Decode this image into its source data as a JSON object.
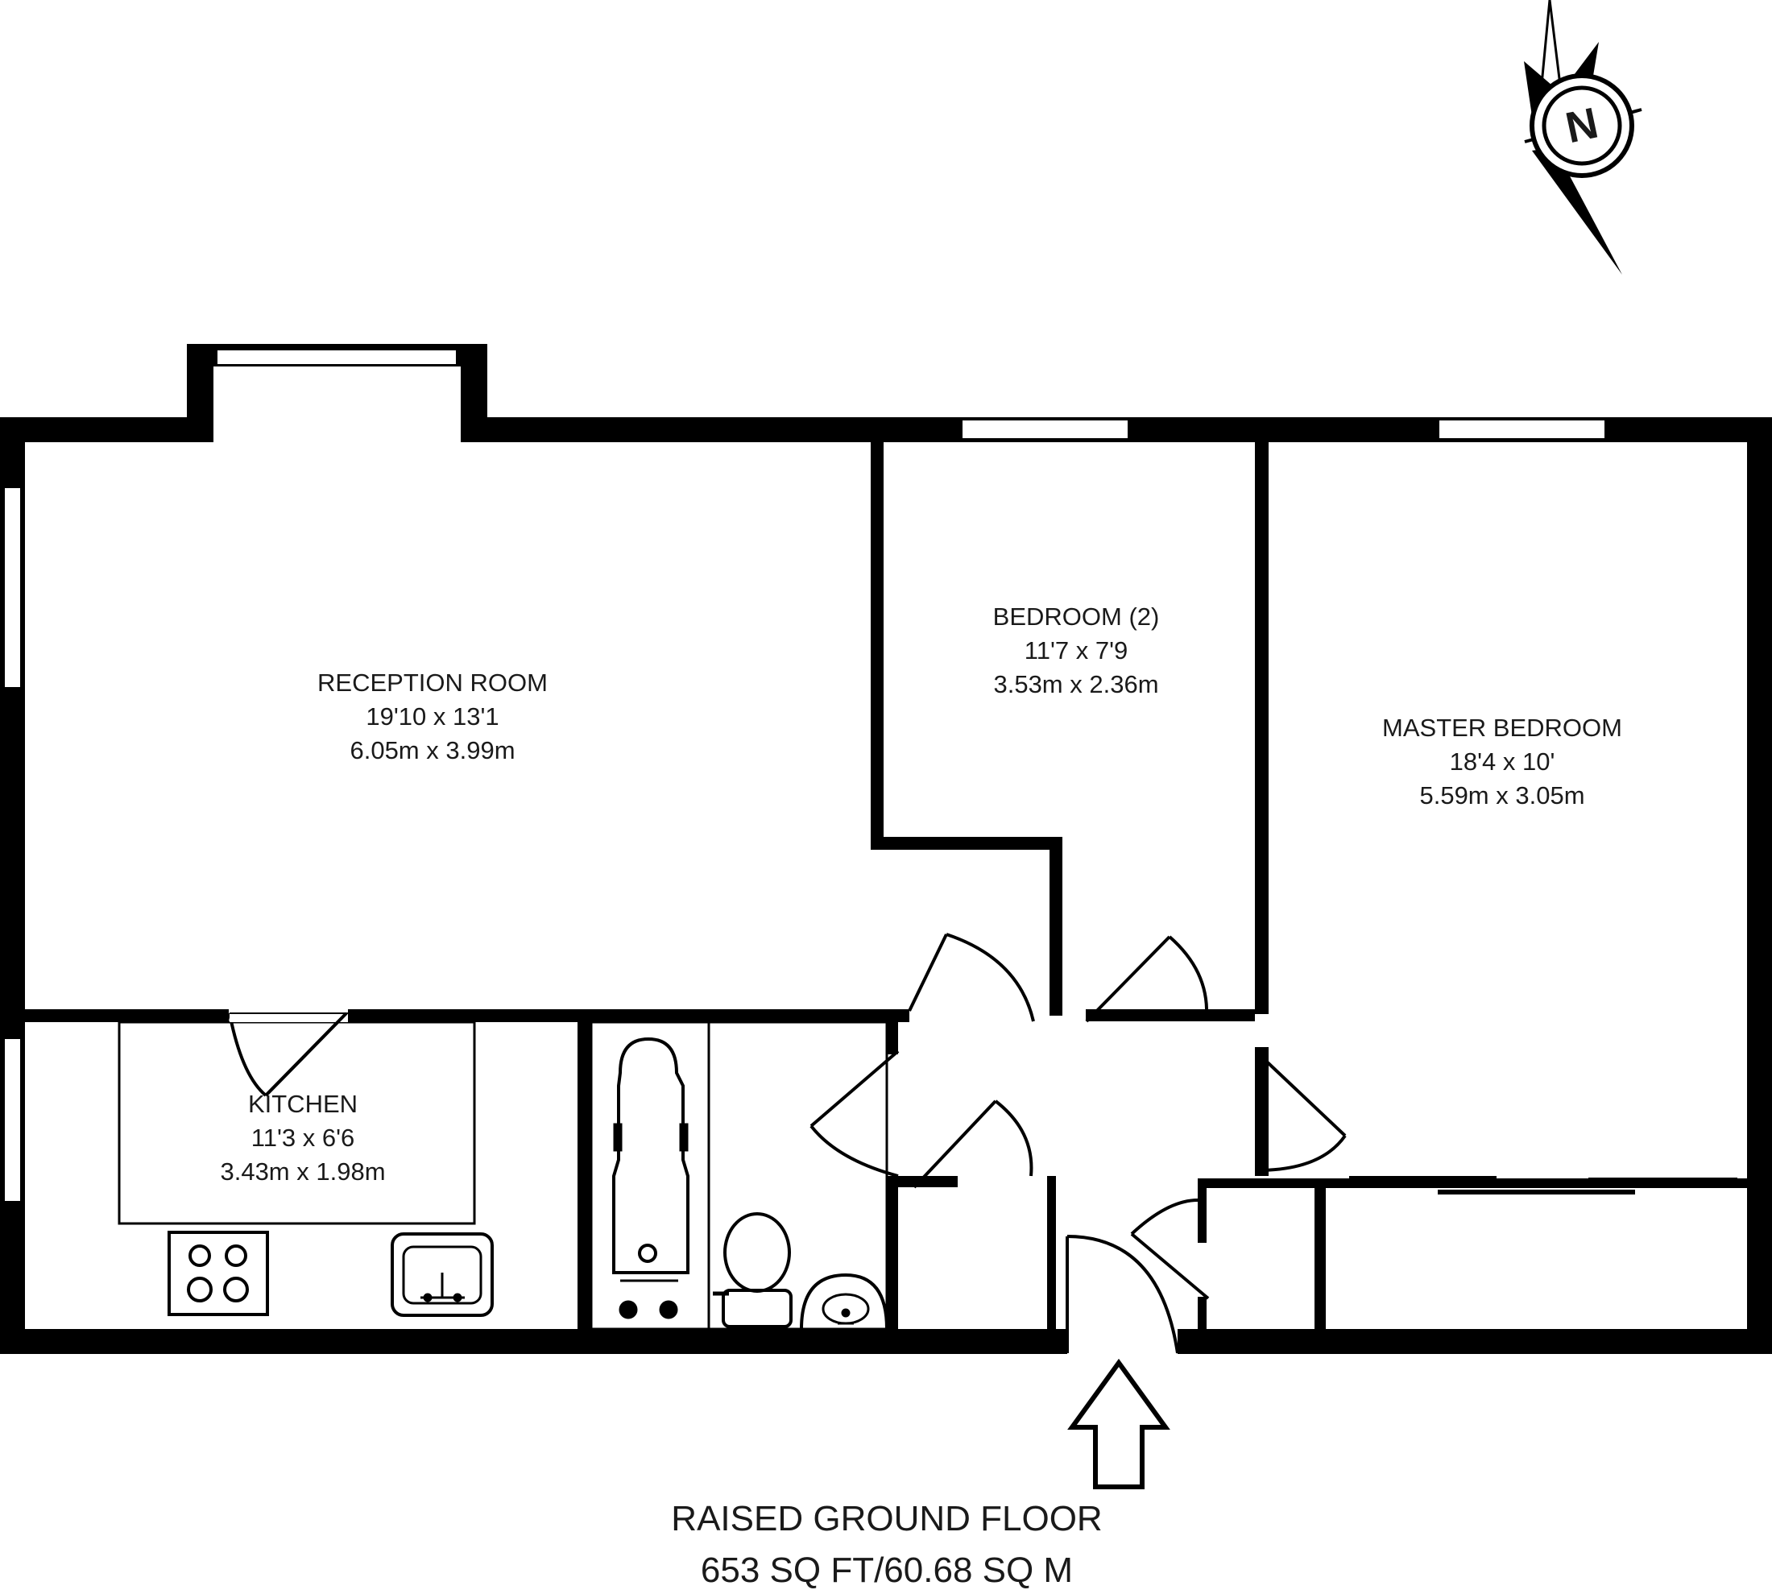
{
  "colors": {
    "wall": "#000000",
    "background": "#ffffff",
    "text": "#1a1a1a"
  },
  "compass": {
    "letter": "N",
    "icon": "north-compass-icon"
  },
  "rooms": [
    {
      "id": "reception",
      "name": "RECEPTION ROOM",
      "imperial": "19'10 x 13'1",
      "metric": "6.05m x 3.99m"
    },
    {
      "id": "bedroom2",
      "name": "BEDROOM (2)",
      "imperial": "11'7 x 7'9",
      "metric": "3.53m x 2.36m"
    },
    {
      "id": "master",
      "name": "MASTER BEDROOM",
      "imperial": "18'4 x 10'",
      "metric": "5.59m x 3.05m"
    },
    {
      "id": "kitchen",
      "name": "KITCHEN",
      "imperial": "11'3 x 6'6",
      "metric": "3.43m x 1.98m"
    }
  ],
  "floor": {
    "name": "RAISED GROUND FLOOR",
    "area": "653 SQ FT/60.68 SQ M"
  },
  "entrance": {
    "icon": "entrance-arrow-icon"
  }
}
